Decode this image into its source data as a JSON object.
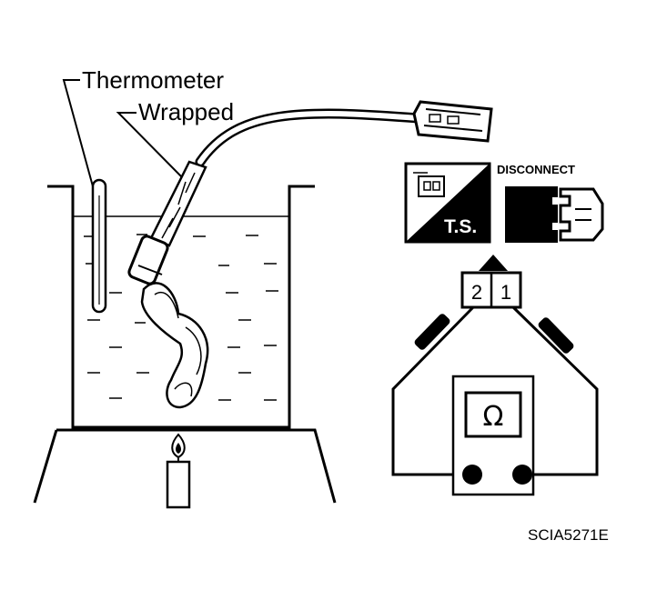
{
  "labels": {
    "thermometer": "Thermometer",
    "wrapped": "Wrapped",
    "figure_code": "SCIA5271E"
  },
  "icons": {
    "disconnect_label": "DISCONNECT",
    "ts_label": "T.S."
  },
  "connector": {
    "pin_left": "2",
    "pin_right": "1"
  },
  "meter": {
    "symbol": "Ω"
  }
}
